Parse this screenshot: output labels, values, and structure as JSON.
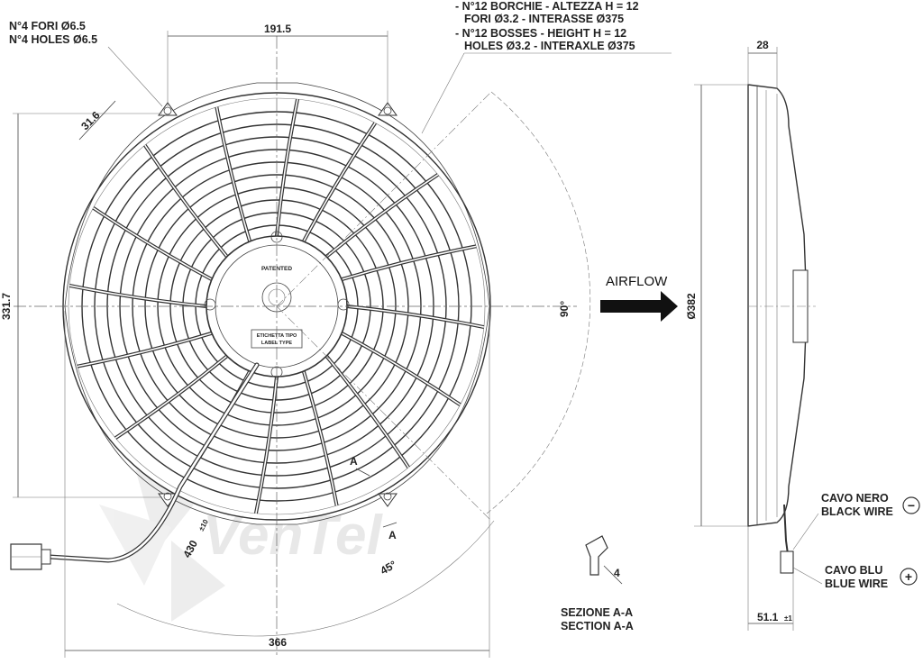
{
  "notes": {
    "holes_it": "N°4 FORI Ø6.5",
    "holes_en": "N°4 HOLES Ø6.5",
    "bosses_it_1": "- N°12 BORCHIE - ALTEZZA H = 12",
    "bosses_it_2": "FORI Ø3.2 - INTERASSE Ø375",
    "bosses_en_1": "- N°12 BOSSES - HEIGHT H = 12",
    "bosses_en_2": "HOLES Ø3.2 - INTERAXLE Ø375"
  },
  "dimensions": {
    "top_span": "191.5",
    "hole_pitch": "31.6",
    "height": "331.7",
    "width": "366",
    "angle_90": "90°",
    "angle_45": "45°",
    "wire_length": "430",
    "wire_tol": "±10",
    "depth": "28",
    "diameter": "Ø382",
    "connector_offset": "51.1",
    "connector_tol": "±1",
    "section_thk": "4"
  },
  "hub": {
    "patented": "PATENTED",
    "label_it": "ETICHETTA TIPO",
    "label_en": "LABEL TYPE"
  },
  "section": {
    "marker": "A",
    "title_it": "SEZIONE A-A",
    "title_en": "SECTION A-A"
  },
  "airflow": "AIRFLOW",
  "wires": {
    "black_it": "CAVO NERO",
    "black_en": "BLACK WIRE",
    "black_symbol": "−",
    "blue_it": "CAVO BLU",
    "blue_en": "BLUE WIRE",
    "blue_symbol": "+"
  },
  "watermark": "VenTel",
  "colors": {
    "line": "#333333",
    "watermark": "#e6e6e6",
    "arrow": "#111111"
  }
}
